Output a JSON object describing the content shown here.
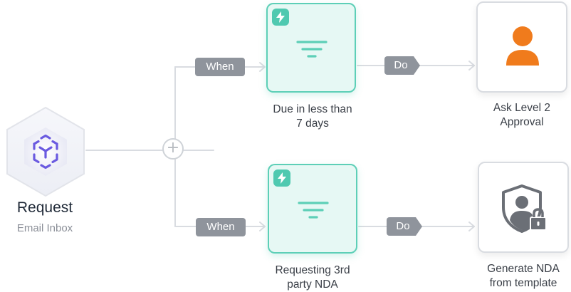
{
  "source": {
    "title": "Request",
    "subtitle": "Email Inbox",
    "icon": "cube-icon"
  },
  "junction": {
    "icon": "plus-icon",
    "symbol": "+"
  },
  "branches": [
    {
      "when_label": "When",
      "condition": {
        "label_line1": "Due in less than",
        "label_line2": "7 days",
        "icons": [
          "bolt-icon",
          "filter-icon"
        ]
      },
      "do_label": "Do",
      "action": {
        "label_line1": "Ask Level 2",
        "label_line2": "Approval",
        "icon": "person-icon",
        "icon_color": "#f07b1c"
      }
    },
    {
      "when_label": "When",
      "condition": {
        "label_line1": "Requesting 3rd",
        "label_line2": "party NDA",
        "icons": [
          "bolt-icon",
          "filter-icon"
        ]
      },
      "do_label": "Do",
      "action": {
        "label_line1": "Generate NDA",
        "label_line2": "from template",
        "icon": "secured-user-icon",
        "icon_color": "#6b6f76"
      }
    }
  ],
  "colors": {
    "condition_border": "#5dcfb7",
    "condition_fill": "#e6f8f4",
    "tag_fill": "#8f949c",
    "connector": "#d9dce1",
    "source_icon": "#6a5ae0"
  }
}
